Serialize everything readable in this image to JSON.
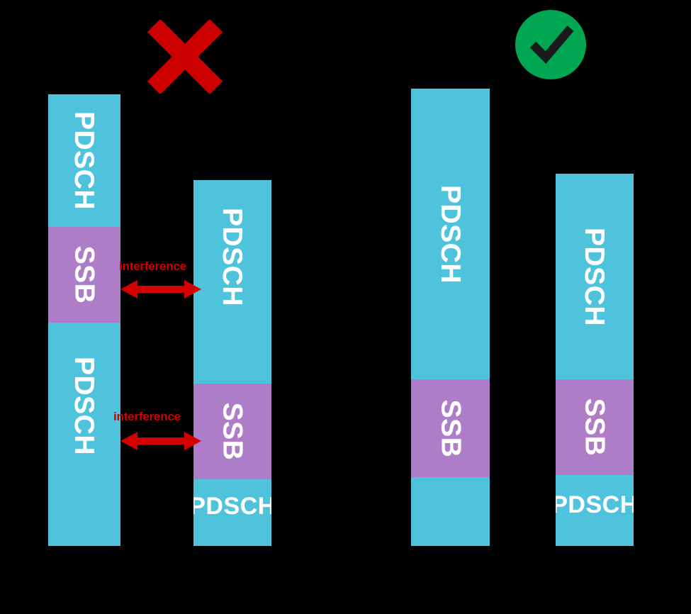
{
  "diagram": {
    "title_visible": false,
    "background_color": "#000000",
    "colors": {
      "pdsch": "#4FC3DC",
      "ssb": "#AE7DC8",
      "interference": "#D40000",
      "cross": "#CC0000",
      "check_circle": "#00A651",
      "check_mark": "#1A1A1A",
      "label_text": "#FFFFFF"
    },
    "scenarios": [
      {
        "name": "bad-scenario",
        "verdict": {
          "icon": "cross-icon",
          "label": "incorrect",
          "color": "#CC0000"
        },
        "columns": [
          {
            "name": "bad-column-1",
            "segments": [
              {
                "type": "PDSCH",
                "label": "PDSCH",
                "orientation": "vertical"
              },
              {
                "type": "SSB",
                "label": "SSB",
                "orientation": "vertical"
              },
              {
                "type": "PDSCH",
                "label": "PDSCH",
                "orientation": "vertical"
              }
            ]
          },
          {
            "name": "bad-column-2",
            "segments": [
              {
                "type": "PDSCH",
                "label": "PDSCH",
                "orientation": "vertical"
              },
              {
                "type": "SSB",
                "label": "SSB",
                "orientation": "vertical"
              },
              {
                "type": "PDSCH",
                "label": "PDSCH",
                "orientation": "horizontal"
              }
            ]
          }
        ],
        "annotations": [
          {
            "name": "interference-upper",
            "label": "interference",
            "arrow": "double-headed-horizontal"
          },
          {
            "name": "interference-lower",
            "label": "interference",
            "arrow": "double-headed-horizontal"
          }
        ]
      },
      {
        "name": "good-scenario",
        "verdict": {
          "icon": "check-circle-icon",
          "label": "correct",
          "color": "#00A651"
        },
        "columns": [
          {
            "name": "good-column-1",
            "segments": [
              {
                "type": "PDSCH",
                "label": "PDSCH",
                "orientation": "vertical"
              },
              {
                "type": "SSB",
                "label": "SSB",
                "orientation": "vertical"
              },
              {
                "type": "PDSCH",
                "label": "",
                "orientation": "none"
              }
            ]
          },
          {
            "name": "good-column-2",
            "segments": [
              {
                "type": "PDSCH",
                "label": "PDSCH",
                "orientation": "vertical"
              },
              {
                "type": "SSB",
                "label": "SSB",
                "orientation": "vertical"
              },
              {
                "type": "PDSCH",
                "label": "PDSCH",
                "orientation": "horizontal"
              }
            ]
          }
        ],
        "annotations": []
      }
    ],
    "labels": {
      "pdsch": "PDSCH",
      "ssb": "SSB",
      "interference": "interference"
    }
  }
}
